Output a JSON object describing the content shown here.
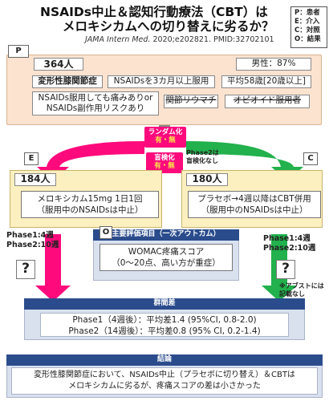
{
  "header": {
    "title_line1": "NSAIDs中止＆認知行動療法（CBT）は",
    "title_line2": "メロキシカムへの切り替えに劣るか？",
    "citation_journal": "JAMA Intern Med.",
    "citation_rest": " 2020;e202821. PMID:32702101"
  },
  "legend": {
    "p": "P：患者",
    "e": "E：介入",
    "c": "C：対照",
    "o": "O：結果"
  },
  "population": {
    "tag": "P",
    "count": "364人",
    "condition": "変形性膝関節症",
    "nsaids_duration": "NSAIDsを3カ月以上服用",
    "male_ratio": "男性：87%",
    "age": "平均58歳[20歳以上]",
    "criteria_line1": "NSAIDs服用しても痛みありor",
    "criteria_line2": "NSAIDs副作用リスクあり",
    "excluded_ra": "関節リウマチ",
    "excluded_opioid": "オピオイド服用者"
  },
  "randomization": {
    "label": "ランダム化",
    "sub": "有・無",
    "blinding_label": "盲検化",
    "blinding_sub": "有・無",
    "phase2_note_line1": "Phase2は",
    "phase2_note_line2": "盲検化なし"
  },
  "intervention": {
    "tag": "E",
    "count": "184人",
    "line1": "メロキシカム15mg 1日1回",
    "line2": "（服用中のNSAIDsは中止）",
    "phase1": "Phase1:4週",
    "phase2": "Phase2:10週"
  },
  "control": {
    "tag": "C",
    "count": "180人",
    "line1": "プラセボ→4週以降はCBT併用",
    "line2": "（服用中のNSAIDsは中止）",
    "phase1": "Phase1:4週",
    "phase2": "Phase2:10週"
  },
  "outcome": {
    "tag": "O",
    "header": "主要評価項目（一次アウトカム）",
    "line1": "WOMAC疼痛スコア",
    "line2": "（0～20点、高い方が重症）",
    "unknown": "?",
    "note_line1": "※アブストには",
    "note_line2": "記載なし"
  },
  "difference": {
    "header": "群間差",
    "phase1": "Phase1（4週後）：平均差1.4 (95%CI, 0.8-2.0)",
    "phase2": "Phase2（14週後）：平均差0.8 (95% CI, 0.2-1.4)"
  },
  "conclusion": {
    "header": "結論",
    "line1": "変形性膝関節症において、NSAIDs中止（プラセボに切り替え）＆CBTは",
    "line2": "メロキシカムに劣るが、疼痛スコアの差は小さかった"
  },
  "colors": {
    "intervention": "#ff0a7d",
    "control": "#22b14c",
    "population_bg": "#fbe3cf",
    "arm_bg": "#fdf0c0",
    "outcome_dark": "#2a4c8c",
    "outcome_light": "#d9e1ef"
  }
}
